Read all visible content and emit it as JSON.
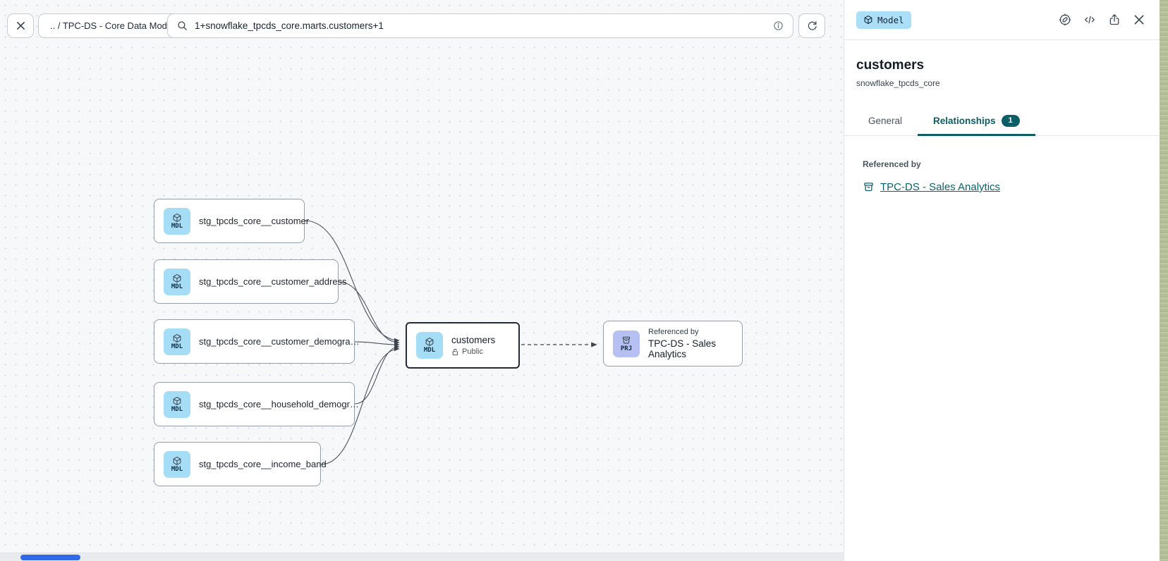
{
  "toolbar": {
    "breadcrumb": ".. / TPC-DS - Core Data Models",
    "search_value": "1+snowflake_tpcds_core.marts.customers+1"
  },
  "canvas": {
    "model_icon_label": "MDL",
    "project_icon_label": "PRJ",
    "source_nodes": [
      {
        "label": "stg_tpcds_core__customer"
      },
      {
        "label": "stg_tpcds_core__customer_address"
      },
      {
        "label": "stg_tpcds_core__customer_demogra…"
      },
      {
        "label": "stg_tpcds_core__household_demogr…"
      },
      {
        "label": "stg_tpcds_core__income_band"
      }
    ],
    "selected_node": {
      "title": "customers",
      "visibility": "Public"
    },
    "project_node": {
      "eyebrow": "Referenced by",
      "title": "TPC-DS - Sales Analytics"
    }
  },
  "panel": {
    "type_badge": "Model",
    "title": "customers",
    "subtitle": "snowflake_tpcds_core",
    "tabs": {
      "general": "General",
      "relationships": "Relationships",
      "relationships_count": "1"
    },
    "referenced_by_label": "Referenced by",
    "reference_link": "TPC-DS - Sales Analytics"
  },
  "colors": {
    "accent_teal": "#0b5e66",
    "model_badge_bg": "#abdff8",
    "model_icon_bg": "#a6ddf6",
    "project_icon_bg": "#b6c0f3",
    "scrollbar_thumb": "#2f6ae8",
    "edge": "#4b525c"
  }
}
